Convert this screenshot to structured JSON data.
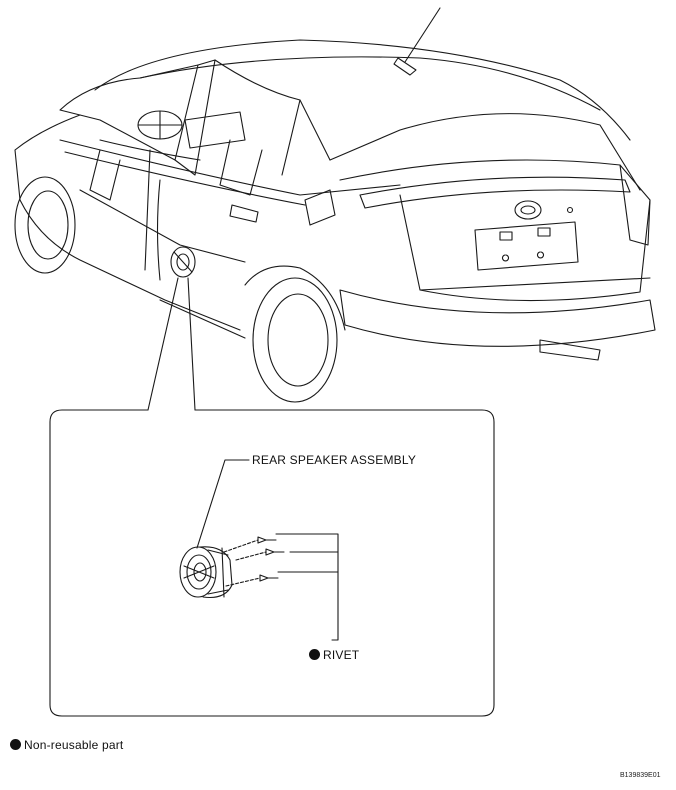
{
  "labels": {
    "part_name": "REAR SPEAKER ASSEMBLY",
    "fastener": "RIVET",
    "legend": "Non-reusable part",
    "figure_code": "B139839E01"
  },
  "legend_marker": "non-reusable-part-dot"
}
